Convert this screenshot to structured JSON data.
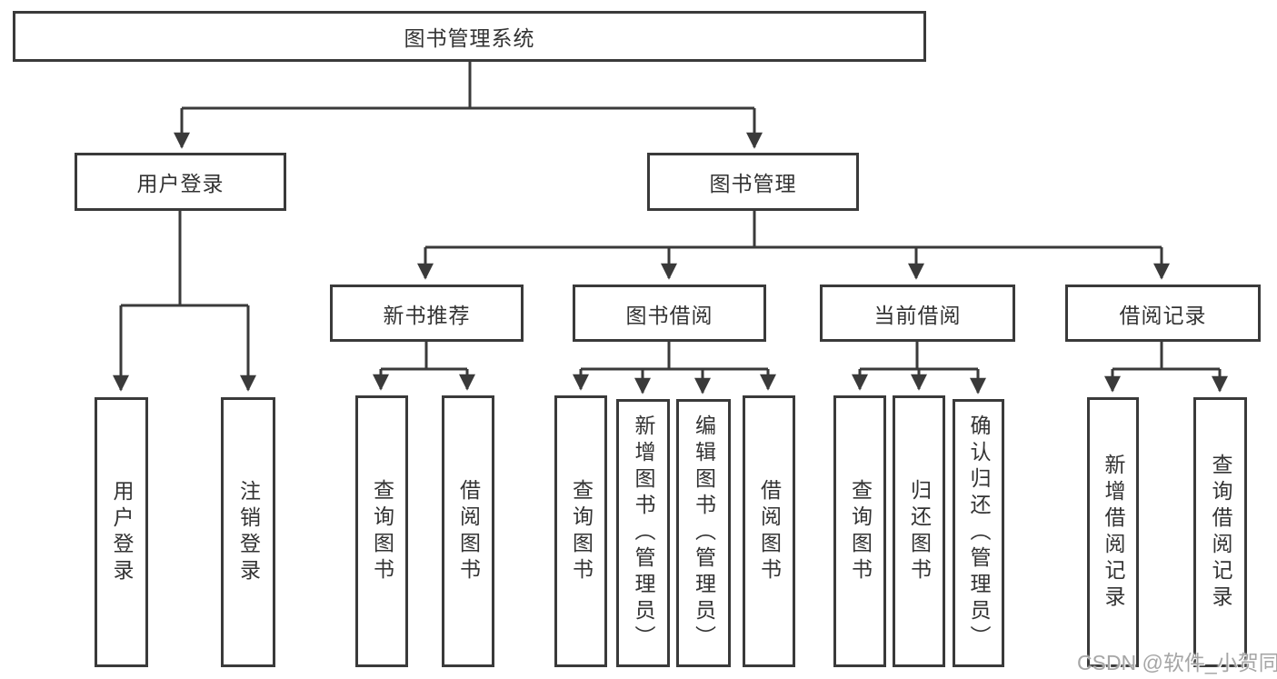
{
  "diagram": {
    "title": "图书管理系统",
    "nodes": {
      "root": "图书管理系统",
      "user_login": "用户登录",
      "book_management": "图书管理",
      "new_book_recommend": "新书推荐",
      "book_borrowing": "图书借阅",
      "current_borrowing": "当前借阅",
      "borrowing_records": "借阅记录",
      "ul_user_login": "用户登录",
      "ul_logout": "注销登录",
      "nr_query_books": "查询图书",
      "nr_borrow_books": "借阅图书",
      "bb_query_books": "查询图书",
      "bb_add_books_admin": "新增图书（管理员）",
      "bb_edit_books_admin": "编辑图书（管理员）",
      "bb_borrow_books": "借阅图书",
      "cb_query_books": "查询图书",
      "cb_return_books": "归还图书",
      "cb_confirm_return_admin": "确认归还（管理员）",
      "br_add_record": "新增借阅记录",
      "br_query_record": "查询借阅记录"
    },
    "hierarchy": {
      "图书管理系统": {
        "用户登录": [
          "用户登录",
          "注销登录"
        ],
        "图书管理": {
          "新书推荐": [
            "查询图书",
            "借阅图书"
          ],
          "图书借阅": [
            "查询图书",
            "新增图书（管理员）",
            "编辑图书（管理员）",
            "借阅图书"
          ],
          "当前借阅": [
            "查询图书",
            "归还图书",
            "确认归还（管理员）"
          ],
          "借阅记录": [
            "新增借阅记录",
            "查询借阅记录"
          ]
        }
      }
    },
    "colors": {
      "line": "#3a3a3a",
      "box_border": "#3a3a3a",
      "text": "#333333",
      "background": "#ffffff",
      "watermark_text_color": "#a6a6a6"
    }
  },
  "watermark": {
    "text": "CSDN @软件_小贺同学"
  }
}
